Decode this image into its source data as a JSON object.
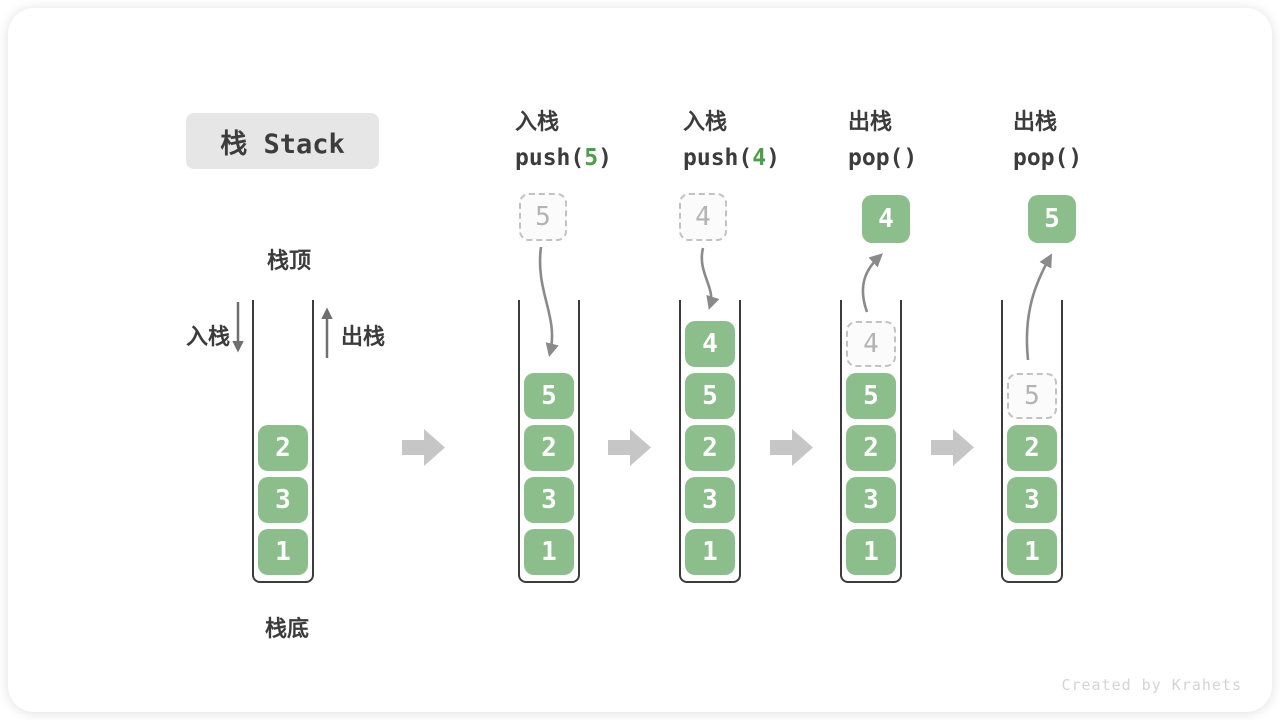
{
  "title": "栈 Stack",
  "labels": {
    "stack_top": "栈顶",
    "stack_bottom": "栈底",
    "push_label": "入栈",
    "pop_label": "出栈"
  },
  "operations": {
    "push5": {
      "name": "入栈",
      "code_pre": "push(",
      "code_arg": "5",
      "code_post": ")"
    },
    "push4": {
      "name": "入栈",
      "code_pre": "push(",
      "code_arg": "4",
      "code_post": ")"
    },
    "pop4": {
      "name": "出栈",
      "code": "pop()"
    },
    "pop5": {
      "name": "出栈",
      "code": "pop()"
    }
  },
  "floating": {
    "push5": "5",
    "push4": "4",
    "pop4": "4",
    "pop5": "5"
  },
  "stacks": {
    "initial": [
      "2",
      "3",
      "1"
    ],
    "after_push5": [
      "5",
      "2",
      "3",
      "1"
    ],
    "after_push4": [
      "4",
      "5",
      "2",
      "3",
      "1"
    ],
    "after_pop4": {
      "ghost": "4",
      "items": [
        "5",
        "2",
        "3",
        "1"
      ]
    },
    "after_pop5": {
      "ghost": "5",
      "items": [
        "2",
        "3",
        "1"
      ]
    }
  },
  "watermark": "Created by Krahets",
  "colors": {
    "box_green": "#8CBE8C",
    "code_arg_green": "#4E9C4E",
    "title_bg": "#E6E6E6",
    "text_dark": "#3C3C3C",
    "arrow_gray": "#8A8A8A",
    "block_arrow_gray": "#C6C6C6",
    "ghost_border": "#C2C2C2",
    "ghost_text": "#B3B3B3",
    "watermark_gray": "#D4D4D4"
  }
}
